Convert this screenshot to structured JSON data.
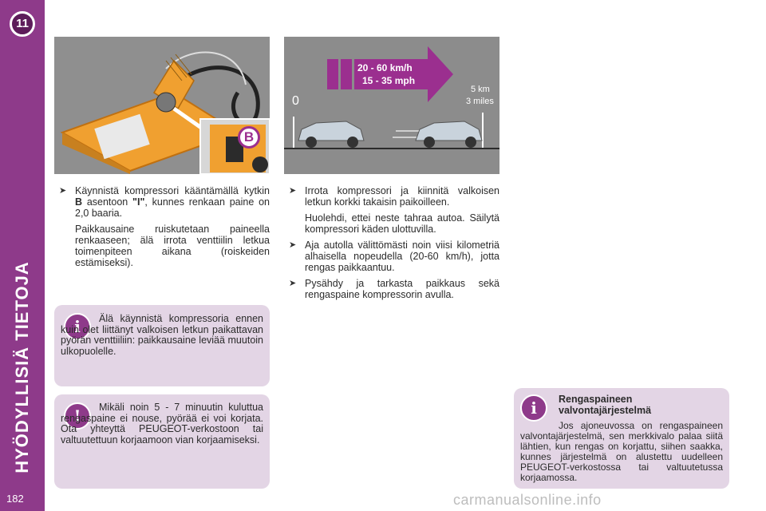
{
  "chapter": {
    "number": "11",
    "title": "HYÖDYLLISIÄ TIETOJA"
  },
  "page_number": "182",
  "speed_figure": {
    "speed_kmh": "20 - 60 km/h",
    "speed_mph": "15 - 35 mph",
    "start_label": "0",
    "end_km": "5 km",
    "end_miles": "3 miles"
  },
  "compressor_figure": {
    "switch_label": "B"
  },
  "left_column": {
    "bullet1": {
      "pre": "Käynnistä kompressori kääntämällä kytkin ",
      "key": "B",
      "mid": " asentoon ",
      "value": "\"I\"",
      "post": ", kunnes renkaan paine on 2,0 baaria."
    },
    "para2": "Paikkausaine ruiskutetaan paineella renkaaseen; älä irrota venttiilin letkua toimenpiteen aikana (roiskeiden estämiseksi)."
  },
  "right_column": {
    "bullet1": "Irrota kompressori ja kiinnitä valkoisen letkun korkki takaisin paikoilleen.",
    "para1": "Huolehdi, ettei neste tahraa autoa. Säilytä kompressori käden ulottuvilla.",
    "bullet2": "Aja autolla välittömästi noin viisi kilometriä alhaisella nopeudella (20-60 km/h), jotta rengas paikkaantuu.",
    "bullet3": "Pysähdy ja tarkasta paikkaus sekä rengaspaine kompressorin avulla."
  },
  "info_box": {
    "icon": "info-icon",
    "text": "Älä käynnistä kompressoria ennen kuin olet liittänyt valkoisen letkun paikattavan pyörän venttiiliin: paikkausaine leviää muutoin ulkopuolelle."
  },
  "warning_box": {
    "icon": "exclamation-icon",
    "text": "Mikäli noin 5 - 7 minuutin kuluttua rengaspaine ei nouse, pyörää ei voi korjata. Ota yhteyttä PEUGEOT-verkostoon tai valtuutettuun korjaamoon vian korjaamiseksi."
  },
  "tpms_box": {
    "icon": "info-icon",
    "title": "Rengaspaineen valvontajärjestelmä",
    "text": "Jos ajoneuvossa on rengaspaineen valvontajärjestelmä, sen merkkivalo palaa siitä lähtien, kun rengas on korjattu, siihen saakka, kunnes järjestelmä on alustettu uudelleen PEUGEOT-verkostossa tai valtuutetussa korjaamossa."
  },
  "watermark": "carmanualsonline.info",
  "colors": {
    "accent": "#8e3a8a",
    "box_bg": "#e3d5e5",
    "arrow": "#9b2f8f",
    "compressor": "#f0a030"
  }
}
